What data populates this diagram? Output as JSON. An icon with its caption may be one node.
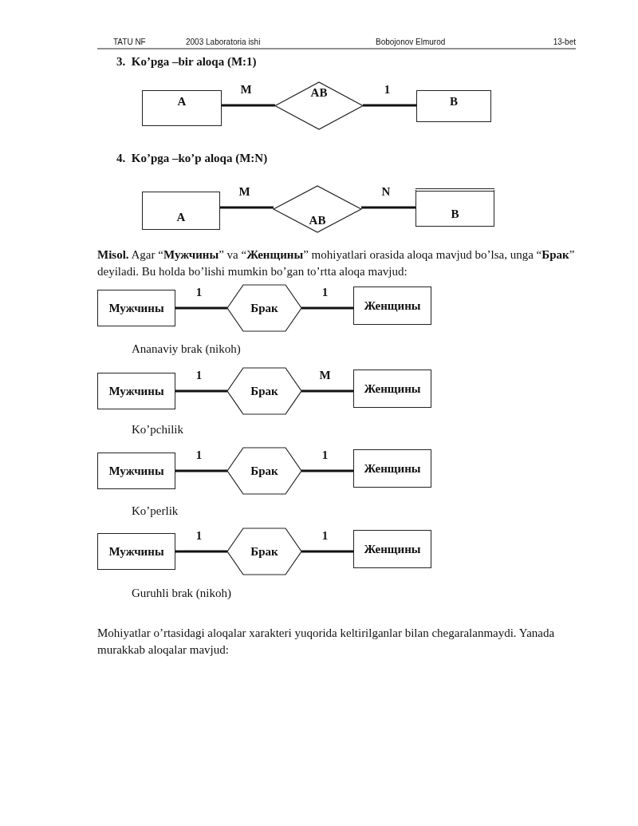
{
  "diagram": {
    "nodes": [
      {
        "text": [
          "A"
        ]
      },
      {
        "text": [
          "AB"
        ]
      },
      {
        "text": [
          "B"
        ]
      },
      {
        "text": [
          "A"
        ]
      },
      {
        "text": [
          "AB"
        ]
      },
      {
        "text": [
          "B"
        ]
      },
      {
        "text": [
          "Мужчины"
        ]
      },
      {
        "text": [
          "Брак"
        ]
      },
      {
        "text": [
          "Женщины"
        ]
      },
      {
        "text": [
          "Мужчины"
        ]
      },
      {
        "text": [
          "Брак"
        ]
      },
      {
        "text": [
          "Женщины"
        ]
      },
      {
        "text": [
          "Мужчины"
        ]
      },
      {
        "text": [
          "Брак"
        ]
      },
      {
        "text": [
          "Женщины"
        ]
      },
      {
        "text": [
          "Мужчины"
        ]
      },
      {
        "text": [
          "Брак"
        ]
      },
      {
        "text": [
          "Женщины"
        ]
      }
    ],
    "edges": [
      {
        "from": 0,
        "to": 1,
        "arrow": "none",
        "label": "M"
      },
      {
        "from": 1,
        "to": 2,
        "arrow": "none",
        "label": "1"
      },
      {
        "from": 3,
        "to": 4,
        "arrow": "none",
        "label": "M"
      },
      {
        "from": 4,
        "to": 5,
        "arrow": "none",
        "label": "N"
      },
      {
        "from": 6,
        "to": 7,
        "arrow": "none",
        "label": "1"
      },
      {
        "from": 7,
        "to": 8,
        "arrow": "none",
        "label": "1"
      },
      {
        "from": 9,
        "to": 10,
        "arrow": "none",
        "label": "1"
      },
      {
        "from": 10,
        "to": 11,
        "arrow": "none",
        "label": "M"
      },
      {
        "from": 12,
        "to": 13,
        "arrow": "none",
        "label": "1"
      },
      {
        "from": 13,
        "to": 14,
        "arrow": "none",
        "label": "1"
      },
      {
        "from": 15,
        "to": 16,
        "arrow": "none",
        "label": "1"
      },
      {
        "from": 16,
        "to": 17,
        "arrow": "none",
        "label": "1"
      }
    ],
    "labels": [
      "TATU NF",
      "2003 Laboratoria ishi",
      "Bobojonov Elmurod",
      "13-bet",
      "3.  Ko’pga –bir aloqa (M:1)",
      "4.  Ko’pga –ko’p aloqa (M:N)",
      "**Misol.** Agar “**Мужчины**” va “**Женщины**” mohiyatlari orasida aloqa mavjud bo’lsa, unga “**Брак**” deyiladi. Bu holda bo’lishi mumkin bo’gan to’rtta aloqa mavjud:",
      "Ananaviy brak (nikoh)",
      "Ko’pchilik",
      "Ko’perlik",
      "Guruhli brak (nikoh)",
      "Mohiyatlar o’rtasidagi aloqalar xarakteri yuqorida keltirilganlar bilan chegaralanmaydi. Yanada murakkab aloqalar mavjud:"
    ]
  }
}
